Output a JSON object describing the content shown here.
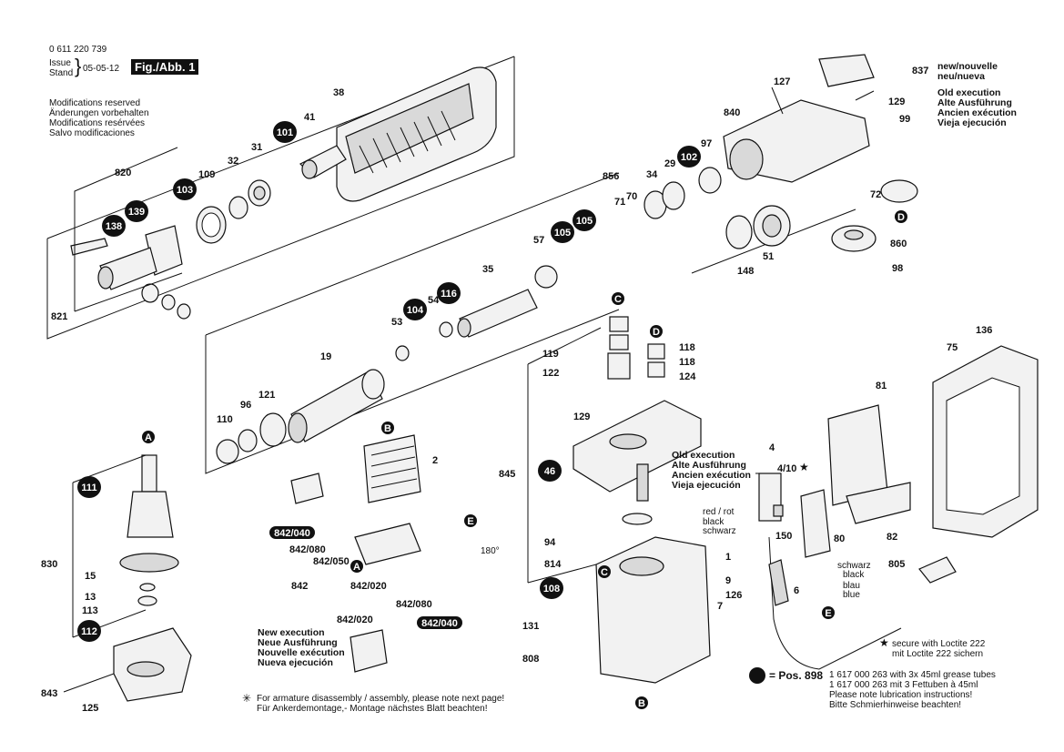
{
  "header": {
    "part_number": "0 611 220 739",
    "issue_label": "Issue",
    "stand_label": "Stand",
    "date": "05-05-12",
    "fig_label": "Fig./Abb. 1"
  },
  "modifications": [
    "Modifications reserved",
    "Änderungen vorbehalten",
    "Modifications resérvées",
    "Salvo modificaciones"
  ],
  "new_box": [
    "new/nouvelle",
    "neu/nueva"
  ],
  "old_execution": [
    "Old execution",
    "Alte Ausführung",
    "Ancien exécution",
    "Vieja ejecución"
  ],
  "old_execution_mid": [
    "Old execution",
    "Alte Ausführung",
    "Ancien exécution",
    "Vieja ejecución"
  ],
  "new_execution": [
    "New execution",
    "Neue Ausführung",
    "Nouvelle exécution",
    "Nueva ejecución"
  ],
  "wires": {
    "red_rot": "red / rot",
    "black": "black",
    "schwarz": "schwarz",
    "schwarz2": "schwarz",
    "black2": "black",
    "blau": "blau",
    "blue": "blue",
    "deg": "180°"
  },
  "footer_left": [
    "For armature disassembly / assembly, please note next page!",
    "Für Ankerdemontage,- Montage nächstes Blatt beachten!"
  ],
  "loctite": [
    "secure with Loctite 222",
    "mit Loctite 222 sichern"
  ],
  "grease": {
    "pos_label": "= Pos. 898",
    "lines": [
      "1 617 000 263 with 3x 45ml grease tubes",
      "1 617 000 263 mit 3 Fettuben à 45ml",
      "Please note lubrication instructions!",
      "Bitte Schmierhinweise beachten!"
    ]
  },
  "callouts": [
    "101",
    "103",
    "138",
    "139",
    "105",
    "104",
    "116",
    "102",
    "105",
    "111",
    "112",
    "108",
    "46",
    "842/040",
    "842/040"
  ],
  "callout_letters": [
    "A",
    "A",
    "B",
    "B",
    "C",
    "C",
    "D",
    "D",
    "E",
    "E"
  ],
  "part_numbers": [
    "837",
    "127",
    "129",
    "840",
    "99",
    "97",
    "856",
    "34",
    "29",
    "72",
    "860",
    "98",
    "148",
    "51",
    "38",
    "41",
    "31",
    "32",
    "109",
    "820",
    "821",
    "57",
    "71",
    "70",
    "35",
    "54",
    "53",
    "19",
    "121",
    "96",
    "110",
    "2",
    "119",
    "122",
    "118",
    "118",
    "124",
    "129",
    "845",
    "94",
    "814",
    "131",
    "808",
    "1",
    "9",
    "7",
    "126",
    "136",
    "75",
    "81",
    "4",
    "4/10",
    "150",
    "80",
    "6",
    "82",
    "805",
    "830",
    "15",
    "13",
    "113",
    "843",
    "125",
    "842/080",
    "842/050",
    "842",
    "842/020",
    "842/080",
    "842/020"
  ]
}
